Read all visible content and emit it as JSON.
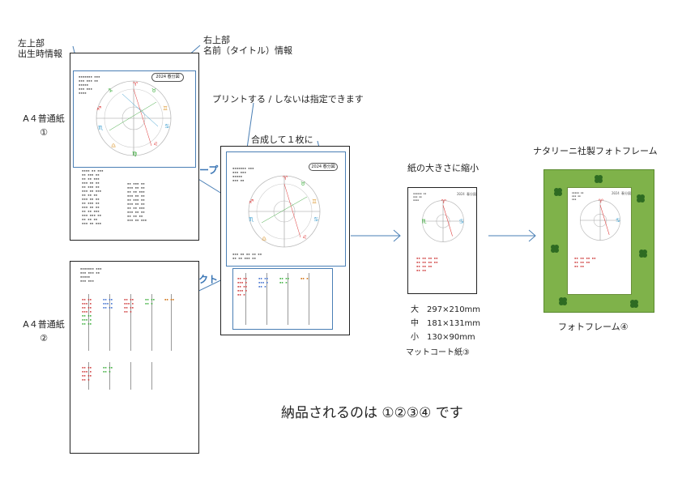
{
  "labels": {
    "top_left": [
      "左上部",
      "出生時情報"
    ],
    "top_right": [
      "右上部",
      "名前（タイトル）情報"
    ],
    "a4_1": [
      "A４普通紙",
      "①"
    ],
    "a4_2": [
      "A４普通紙",
      "②"
    ],
    "horoscope": "ホロスコープ",
    "major_aspect": "メジャーアスペクト",
    "print_option": "プリントする / しないは指定できます",
    "combined": "合成して１枚に",
    "reduced": "紙の大きさに縮小",
    "frame_maker": "ナタリーニ社製フォトフレーム",
    "photo_frame": "フォトフレーム④",
    "sizes": [
      "大　297×210mm",
      "中　181×131mm",
      "小　130×90mm"
    ],
    "matte": "マットコート紙③",
    "delivery": "納品されるのは ①②③④ です"
  },
  "chart_oval": "2024 春分図",
  "colors": {
    "accent": "#4a7fb5",
    "frame": "#7fb24a",
    "clover": "#2e6b22"
  }
}
